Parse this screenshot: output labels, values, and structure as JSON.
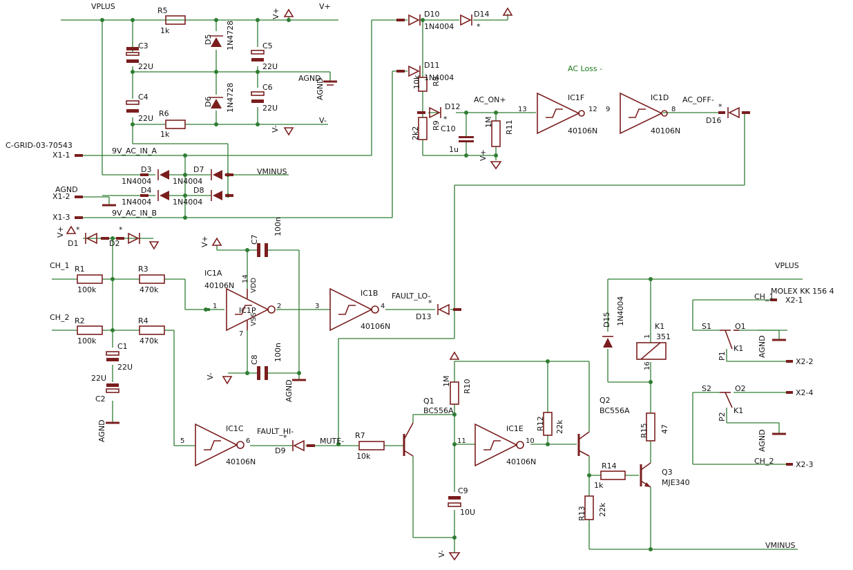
{
  "labels": {
    "vplus_top": "VPLUS",
    "vplus_right": "VPLUS",
    "vminus_mid": "VMINUS",
    "vminus_bottom": "VMINUS",
    "vp1": "V+",
    "vp2": "V+",
    "vp3": "V+",
    "vp4": "V+",
    "vp5": "V+",
    "vm1": "V-",
    "vm2": "V-",
    "vm3": "V-",
    "vm4": "V-",
    "agnd1": "AGND",
    "agnd2": "AGND",
    "agnd3": "AGND",
    "agnd4": "AGND",
    "agnd5": "AGND",
    "agnd6": "AGND",
    "cgrid": "C-GRID-03-70543",
    "x11": "X1-1",
    "x12": "X1-2",
    "x13": "X1-3",
    "net9va": "9V_AC_IN_A",
    "net9vb": "9V_AC_IN_B",
    "ch1": "CH_1",
    "ch2": "CH_2",
    "ch1b": "CH_1",
    "ch2b": "CH_2",
    "acloss": "AC Loss -",
    "acon": "AC_ON+",
    "acoff": "AC_OFF-",
    "faultlo": "FAULT_LO-",
    "faulthi": "FAULT_HI-",
    "mute": "MUTE-",
    "molex": "MOLEX KK 156 4",
    "x21": "X2-1",
    "x22": "X2-2",
    "x23": "X2-3",
    "x24": "X2-4"
  },
  "parts": {
    "r5": [
      "R5",
      "1k"
    ],
    "r6": [
      "R6",
      "1k"
    ],
    "c3": [
      "C3",
      "22U"
    ],
    "c4": [
      "C4",
      "22U"
    ],
    "c5": [
      "C5",
      "22U"
    ],
    "c6": [
      "C6",
      "22U"
    ],
    "d5": [
      "D5",
      "1N4728"
    ],
    "d6": [
      "D6",
      "1N4728"
    ],
    "d3": [
      "D3",
      "1N4004"
    ],
    "d4": [
      "D4",
      "1N4004"
    ],
    "d7": [
      "D7",
      "1N4004"
    ],
    "d8": [
      "D8",
      "1N4004"
    ],
    "d10": [
      "D10",
      "1N4004"
    ],
    "d11": [
      "D11",
      "1N4004"
    ],
    "d14": "D14",
    "d12": "D12",
    "d16": "D16",
    "r8": [
      "R8",
      "10k"
    ],
    "r9": [
      "R9",
      "2k2"
    ],
    "c10": [
      "C10",
      "1u"
    ],
    "r11": [
      "R11",
      "1M"
    ],
    "ic1f": [
      "IC1F",
      "40106N"
    ],
    "ic1d": [
      "IC1D",
      "40106N"
    ],
    "ic1a": [
      "IC1A",
      "40106N"
    ],
    "ic1b": [
      "IC1B",
      "40106N"
    ],
    "ic1c": [
      "IC1C",
      "40106N"
    ],
    "ic1e": [
      "IC1E",
      "40106N"
    ],
    "ic1p": "IC1P",
    "d1": "D1",
    "d2": "D2",
    "r1": [
      "R1",
      "100k"
    ],
    "r2": [
      "R2",
      "100k"
    ],
    "r3": [
      "R3",
      "470k"
    ],
    "r4": [
      "R4",
      "470k"
    ],
    "c1": [
      "C1",
      "22U"
    ],
    "c2": [
      "C2",
      "22U"
    ],
    "c7": [
      "C7",
      "100n"
    ],
    "c8": [
      "C8",
      "100n"
    ],
    "d13": "D13",
    "d9": "D9",
    "r7": [
      "R7",
      "10k"
    ],
    "r10": [
      "R10",
      "1M"
    ],
    "q1": [
      "Q1",
      "BC556A"
    ],
    "c9": [
      "C9",
      "10U"
    ],
    "r12": [
      "R12",
      "22k"
    ],
    "q2": [
      "Q2",
      "BC556A"
    ],
    "r14": [
      "R14",
      "1k"
    ],
    "r13": [
      "R13",
      "22k"
    ],
    "q3": [
      "Q3",
      "MJE340"
    ],
    "r15": [
      "R15",
      "47"
    ],
    "d15": [
      "D15",
      "1N4004"
    ],
    "k1": [
      "K1",
      "351"
    ],
    "k1a": "K1",
    "k1b": "K1",
    "s1": "S1",
    "o1": "O1",
    "p1": "P1",
    "s2": "S2",
    "o2": "O2",
    "p2": "P2"
  },
  "pins": {
    "p13": "13",
    "p12": "12",
    "p9": "9",
    "p8": "8",
    "p1": "1",
    "p2": "2",
    "p3": "3",
    "p4": "4",
    "p5": "5",
    "p6": "6",
    "p11": "11",
    "p10": "10",
    "p14": "14",
    "p7": "7",
    "vdd": "VDD",
    "vss": "VSS",
    "k1p1": "1",
    "k1p16": "16"
  },
  "marks": {
    "star": "*"
  }
}
